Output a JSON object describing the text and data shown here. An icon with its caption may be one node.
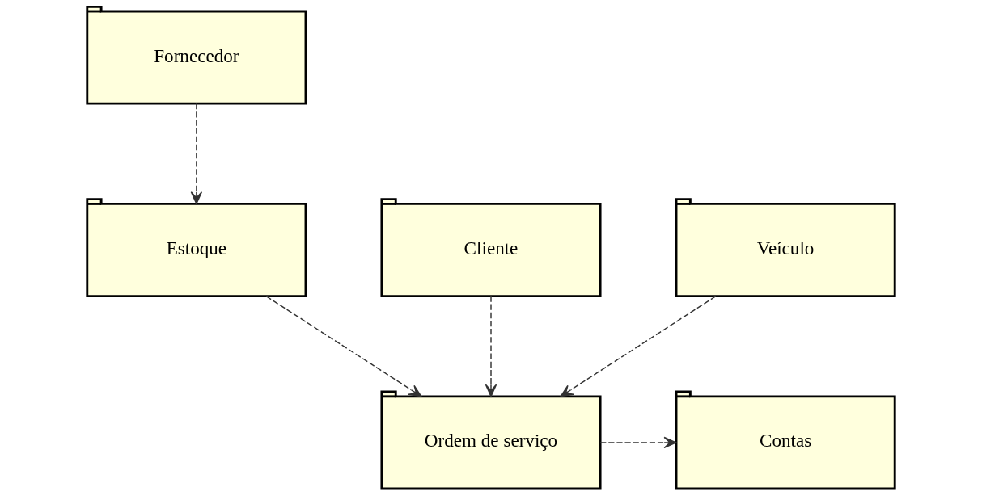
{
  "diagram": {
    "nodes": [
      {
        "text": [
          "Fornecedor"
        ]
      },
      {
        "text": [
          "Cliente"
        ]
      },
      {
        "text": [
          "Veículo"
        ]
      },
      {
        "text": [
          "Estoque"
        ]
      },
      {
        "text": [
          "Ordem de serviço"
        ]
      },
      {
        "text": [
          "Contas"
        ]
      }
    ],
    "edges": [
      {
        "from": 0,
        "to": 3,
        "arrow": "to",
        "style": "dashed"
      },
      {
        "from": 1,
        "to": 4,
        "arrow": "to",
        "style": "dashed"
      },
      {
        "from": 2,
        "to": 4,
        "arrow": "to",
        "style": "dashed"
      },
      {
        "from": 3,
        "to": 4,
        "arrow": "to",
        "style": "dashed"
      },
      {
        "from": 4,
        "to": 5,
        "arrow": "to",
        "style": "dashed"
      }
    ]
  }
}
